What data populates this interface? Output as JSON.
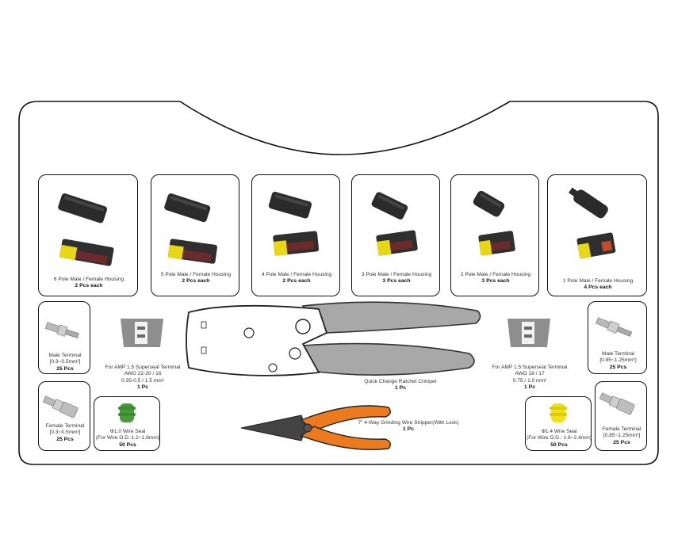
{
  "housings": [
    {
      "name": "6 Pole Male / Female Housing",
      "qty": "2 Pcs each"
    },
    {
      "name": "5 Pole Male / Female Housing",
      "qty": "2 Pcs each"
    },
    {
      "name": "4 Pole Male / Female Housing",
      "qty": "2 Pcs each"
    },
    {
      "name": "3 Pole Male / Female Housing",
      "qty": "3 Pcs each"
    },
    {
      "name": "2 Pole Male / Female Housing",
      "qty": "3 Pcs each"
    },
    {
      "name": "1 Pole Male / Female Housing",
      "qty": "4 Pcs each"
    }
  ],
  "terminals": {
    "male_small": {
      "name": "Male Terminal",
      "spec": "[0.3~0.5mm²]",
      "qty": "25 Pcs"
    },
    "female_small": {
      "name": "Female Terminal",
      "spec": "[0.3~0.5mm²]",
      "qty": "25 Pcs"
    },
    "male_large": {
      "name": "Male Terminal",
      "spec": "[0.85~1.25mm²]",
      "qty": "25 Pcs"
    },
    "female_large": {
      "name": "Female Terminal",
      "spec": "[0.85~1.25mm²]",
      "qty": "25 Pcs"
    }
  },
  "seals": {
    "small": {
      "name": "Φ1.0 Wire Seal",
      "spec": "(For Wire O.D.:1.2~1.8mm)",
      "qty": "50 Pcs",
      "color": "#4a9a3c"
    },
    "large": {
      "name": "Φ1.4 Wire Seal",
      "spec": "(For Wire O.D.: 1.6~2.4mm)",
      "qty": "50 Pcs",
      "color": "#f2e21a"
    }
  },
  "dies": {
    "left": {
      "line1": "For AMP 1.5 Superseal Terminal",
      "line2": "AWG 22-20 / 16",
      "line3": "0.35-0.5 / 1.5 mm²",
      "qty": "1 Pc"
    },
    "right": {
      "line1": "For AMP 1.5 Superseal Terminal",
      "line2": "AWG 18 / 17",
      "line3": "0.75 / 1.0 mm²",
      "qty": "1 Pc"
    }
  },
  "crimper": {
    "name": "Quick Change Ratchet Crimper",
    "qty": "1 Pc"
  },
  "stripper": {
    "name": "7\" 4-Way Grinding Wire Stripper(With Lock)",
    "qty": "1 Pc"
  },
  "colors": {
    "connector_black": "#2b2b2b",
    "seal_yellow": "#f2e21a",
    "female_red": "#7a2b2b",
    "stripper_orange": "#ee7a1e",
    "tool_grey": "#8e8e8e"
  }
}
